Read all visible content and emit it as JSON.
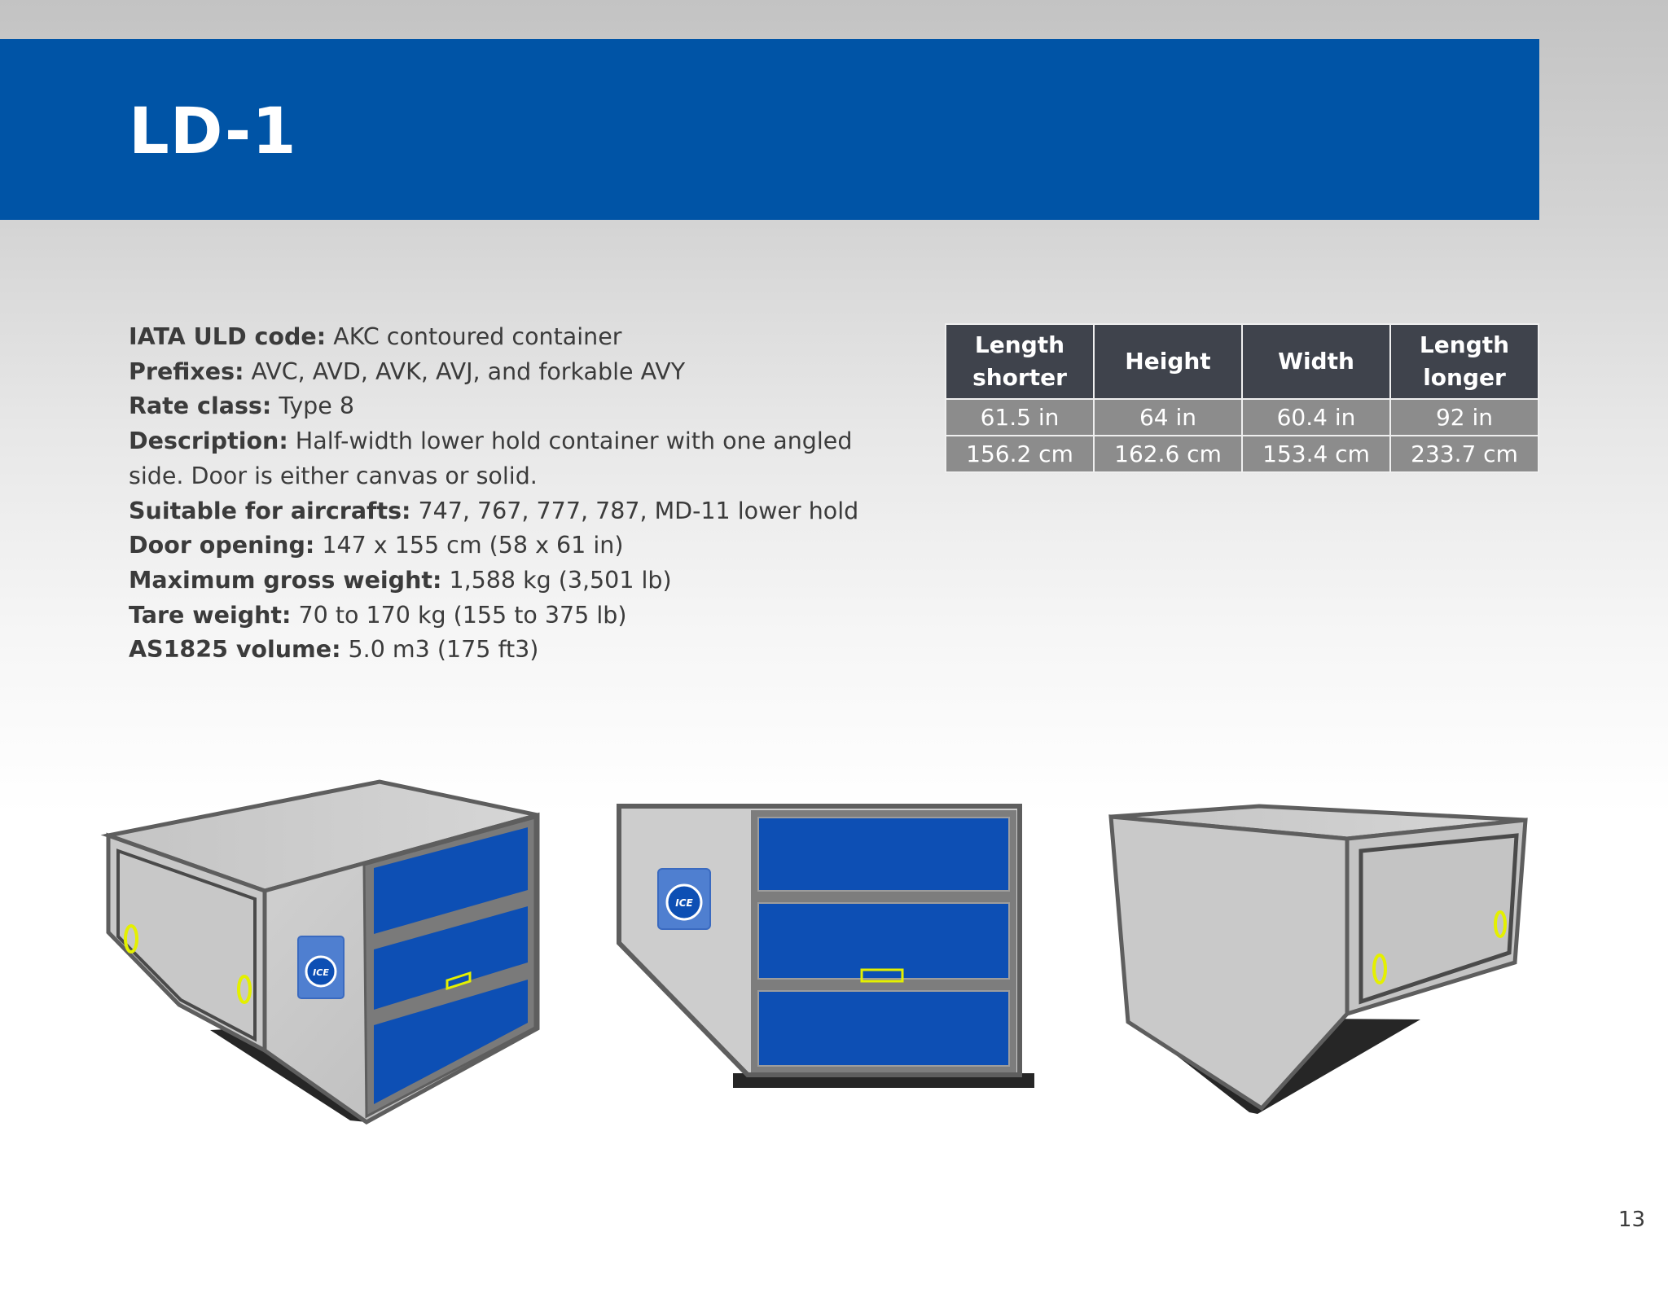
{
  "header": {
    "title": "LD-1",
    "band_color": "#0054a6"
  },
  "specs": [
    {
      "label": "IATA ULD code:",
      "value": "AKC contoured container"
    },
    {
      "label": "Prefixes:",
      "value": "AVC, AVD, AVK, AVJ, and forkable AVY"
    },
    {
      "label": "Rate class:",
      "value": "Type 8"
    },
    {
      "label": "Description:",
      "value": "Half-width lower hold container with one angled side. Door is either canvas or solid."
    },
    {
      "label": "Suitable for aircrafts:",
      "value": "747, 767, 777, 787, MD-11 lower hold"
    },
    {
      "label": "Door opening:",
      "value": "147 x 155 cm (58 x 61 in)"
    },
    {
      "label": "Maximum gross weight:",
      "value": "1,588 kg (3,501 lb)"
    },
    {
      "label": "Tare weight:",
      "value": "70 to 170 kg (155 to 375 lb)"
    },
    {
      "label": "AS1825 volume:",
      "value": "5.0 m3 (175 ft3)"
    }
  ],
  "dimensions_table": {
    "headers": [
      "Length shorter",
      "Height",
      "Width",
      "Length longer"
    ],
    "rows": [
      [
        "61.5 in",
        "64 in",
        "60.4 in",
        "92 in"
      ],
      [
        "156.2 cm",
        "162.6 cm",
        "153.4 cm",
        "233.7 cm"
      ]
    ]
  },
  "illustrations": {
    "views": [
      "container-view-left-angle",
      "container-view-front",
      "container-view-right-angle"
    ],
    "logo_text": "ICE",
    "panel_color": "#0d4fb4",
    "frame_color": "#5f5f5f",
    "body_color": "#c9c9c9",
    "handle_color": "#e4f000"
  },
  "footer": {
    "page_number": "13"
  }
}
